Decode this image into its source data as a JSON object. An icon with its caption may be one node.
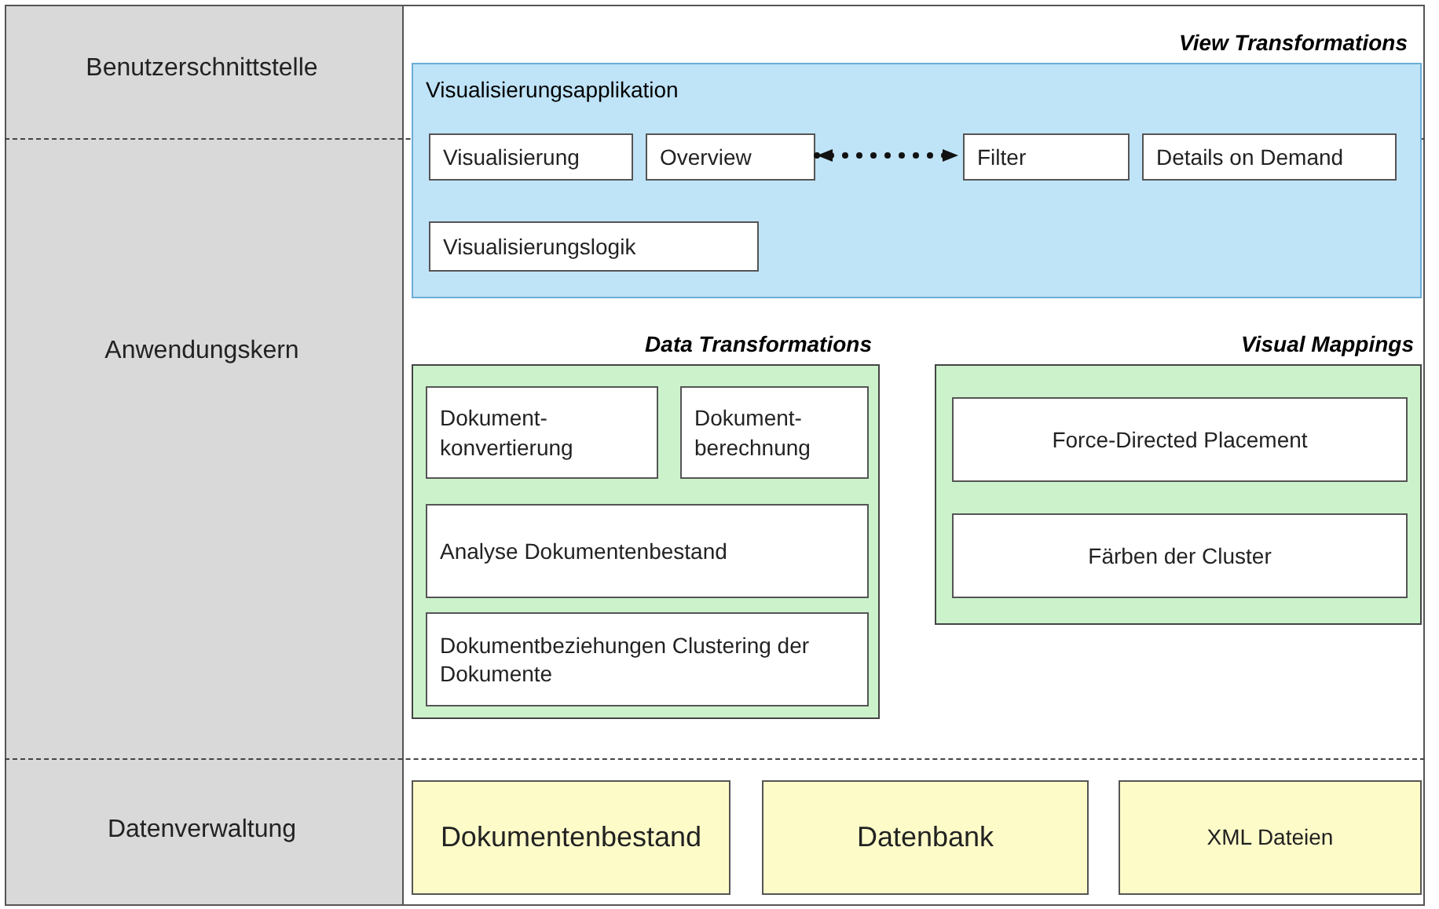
{
  "diagram": {
    "nodes": [
      {
        "text": [
          "View Transformations",
          "Visualisierungsapplikation"
        ]
      },
      {
        "text": [
          "Visualisierung"
        ],
        "in": 0
      },
      {
        "text": [
          "Overview"
        ],
        "in": 0
      },
      {
        "text": [
          "Filter"
        ],
        "in": 0
      },
      {
        "text": [
          "Details on Demand"
        ],
        "in": 0
      },
      {
        "text": [
          "Visualisierungslogik"
        ],
        "in": 0
      },
      {
        "text": [
          "Data Transformations"
        ]
      },
      {
        "text": [
          "Dokument- konvertierung"
        ],
        "in": 6
      },
      {
        "text": [
          "Dokument- berechnung"
        ],
        "in": 6
      },
      {
        "text": [
          "Analyse Dokumentenbestand"
        ],
        "in": 6
      },
      {
        "text": [
          "Dokumentbeziehungen Clustering der Dokumente"
        ],
        "in": 6
      },
      {
        "text": [
          "Visual Mappings"
        ]
      },
      {
        "text": [
          "Force-Directed Placement"
        ],
        "in": 11
      },
      {
        "text": [
          "Färben der Cluster"
        ],
        "in": 11
      },
      {
        "text": [
          "Dokumentenbestand"
        ]
      },
      {
        "text": [
          "Datenbank"
        ]
      },
      {
        "text": [
          "XML Dateien"
        ]
      }
    ],
    "edges": [
      {
        "from": 2,
        "to": 3,
        "arrow": "both",
        "style": "dashed"
      }
    ],
    "labels": [
      "Benutzerschnittstelle",
      "Anwendungskern",
      "Datenverwaltung"
    ]
  }
}
